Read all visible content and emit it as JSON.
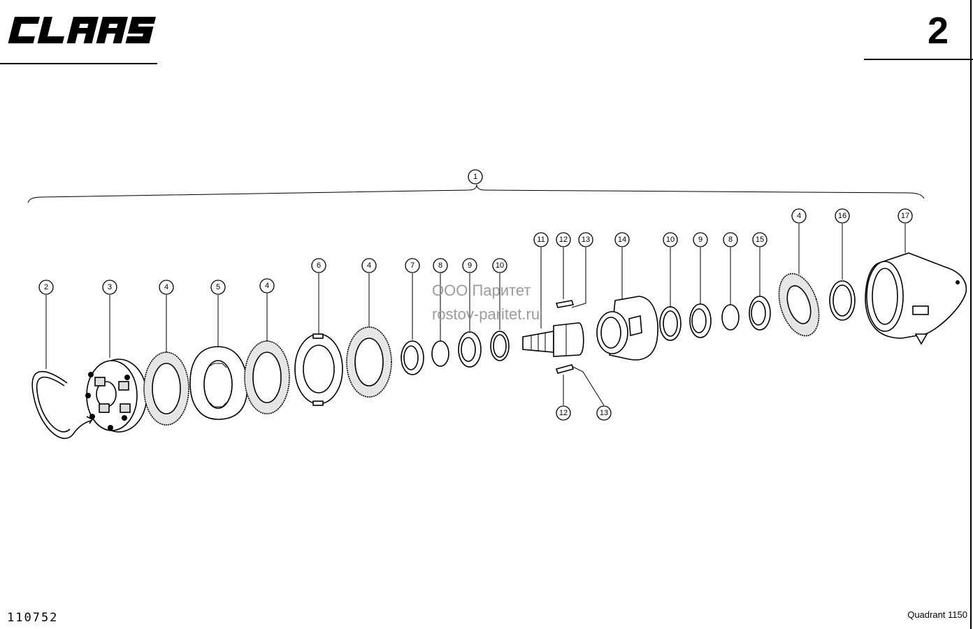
{
  "header": {
    "brand": "CLAAS",
    "page_number": "2"
  },
  "footer": {
    "drawing_id": "110752",
    "model": "Quadrant 1150"
  },
  "watermark": {
    "line1": "ООО Паритет",
    "line2": "rostov-paritet.ru"
  },
  "callouts": [
    {
      "id": "c1",
      "label": "1"
    },
    {
      "id": "c2",
      "label": "2"
    },
    {
      "id": "c3",
      "label": "3"
    },
    {
      "id": "c4a",
      "label": "4"
    },
    {
      "id": "c5",
      "label": "5"
    },
    {
      "id": "c4b",
      "label": "4"
    },
    {
      "id": "c6",
      "label": "6"
    },
    {
      "id": "c4c",
      "label": "4"
    },
    {
      "id": "c7",
      "label": "7"
    },
    {
      "id": "c8a",
      "label": "8"
    },
    {
      "id": "c9a",
      "label": "9"
    },
    {
      "id": "c10a",
      "label": "10"
    },
    {
      "id": "c11",
      "label": "11"
    },
    {
      "id": "c12a",
      "label": "12"
    },
    {
      "id": "c13a",
      "label": "13"
    },
    {
      "id": "c14",
      "label": "14"
    },
    {
      "id": "c10b",
      "label": "10"
    },
    {
      "id": "c9b",
      "label": "9"
    },
    {
      "id": "c8b",
      "label": "8"
    },
    {
      "id": "c15",
      "label": "15"
    },
    {
      "id": "c4d",
      "label": "4"
    },
    {
      "id": "c16",
      "label": "16"
    },
    {
      "id": "c17",
      "label": "17"
    },
    {
      "id": "c12b",
      "label": "12"
    },
    {
      "id": "c13b",
      "label": "13"
    }
  ]
}
